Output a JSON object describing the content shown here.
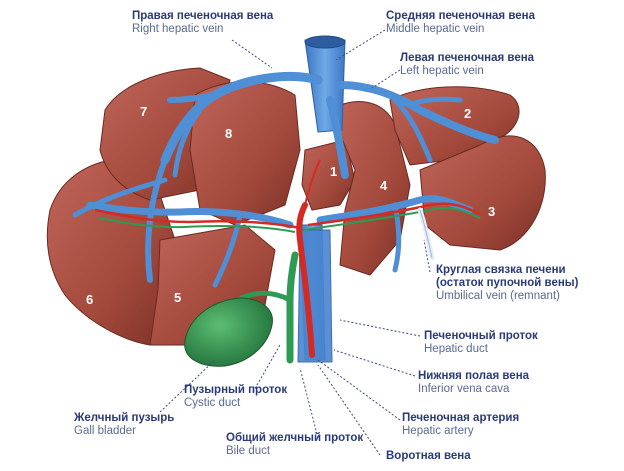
{
  "labels": {
    "right_hepatic_vein": {
      "ru": "Правая печеночная вена",
      "en": "Right hepatic vein"
    },
    "middle_hepatic_vein": {
      "ru": "Средняя печеночная вена",
      "en": "Middle hepatic vein"
    },
    "left_hepatic_vein": {
      "ru": "Левая печеночная вена",
      "en": "Left hepatic vein"
    },
    "round_ligament": {
      "ru1": "Круглая связка печени",
      "ru2": "(остаток пупочной вены)",
      "en": "Umbilical vein (remnant)"
    },
    "hepatic_duct": {
      "ru": "Печеночный проток",
      "en": "Hepatic duct"
    },
    "inferior_vena_cava": {
      "ru": "Нижняя полая вена",
      "en": "Inferior vena cava"
    },
    "hepatic_artery": {
      "ru": "Печеночная артерия",
      "en": "Hepatic artery"
    },
    "portal_vein": {
      "ru": "Воротная вена"
    },
    "bile_duct": {
      "ru": "Общий желчный проток",
      "en": "Bile duct"
    },
    "cystic_duct": {
      "ru": "Пузырный проток",
      "en": "Cystic duct"
    },
    "gall_bladder": {
      "ru": "Желчный пузырь",
      "en": "Gall bladder"
    }
  },
  "segments": [
    "1",
    "2",
    "3",
    "4",
    "5",
    "6",
    "7",
    "8"
  ],
  "colors": {
    "liver": "#a44a3c",
    "liver_dark": "#7b3027",
    "vein": "#4f8fd6",
    "artery": "#d42a24",
    "duct": "#2f9a52",
    "gall_bladder": "#2f8d4d",
    "leader_line": "#3b4a80"
  }
}
